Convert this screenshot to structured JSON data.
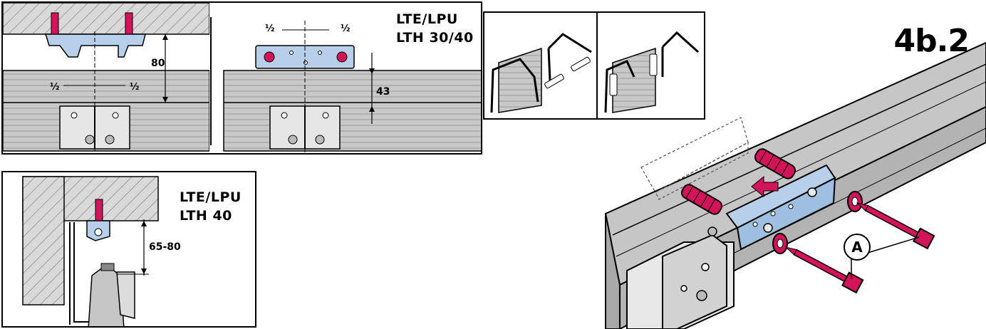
{
  "step_number": "4b.2",
  "panel_top_left": {
    "dim_height": "80",
    "dim_half_left": "½",
    "dim_half_right": "½"
  },
  "panel_top_middle": {
    "label_line1": "LTE/LPU",
    "label_line2": "LTH 30/40",
    "dim_height": "43",
    "dim_half_left": "½",
    "dim_half_right": "½"
  },
  "panel_bottom_left": {
    "label_line1": "LTE/LPU",
    "label_line2": "LTH 40",
    "dim_range": "65-80"
  },
  "main_view": {
    "callout_label": "A"
  },
  "colors": {
    "accent_plug": "#d4145a",
    "bracket_blue": "#b7cfe8",
    "rail_grey": "#bdbdbd",
    "hatch_grey": "#9a9a9a"
  },
  "icons": [
    "wall-plug-icon",
    "screw-icon",
    "washer-icon",
    "direction-arrow-icon",
    "rail-end-detail-icon"
  ]
}
